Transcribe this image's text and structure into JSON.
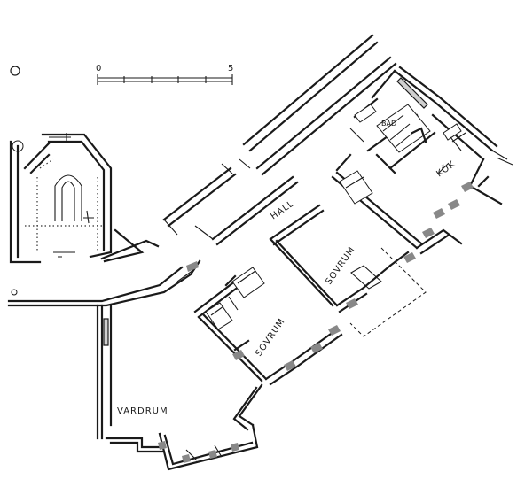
{
  "scale": {
    "start_label": "0",
    "end_label": "5"
  },
  "rooms": {
    "hall": "HALL",
    "bad": "BAD",
    "kok": "KÖK",
    "sovrum_1": "SOVRUM",
    "sovrum_2": "SOVRUM",
    "vardrum": "VARDRUM"
  },
  "colors": {
    "ink": "#1a1a1a",
    "paper": "#ffffff"
  }
}
